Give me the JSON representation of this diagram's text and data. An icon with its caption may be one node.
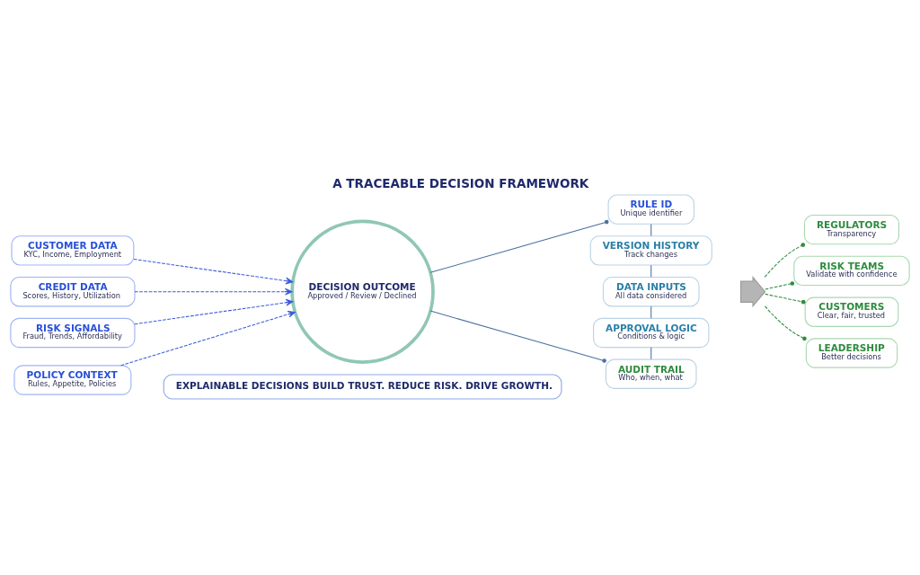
{
  "diagram": {
    "title": "A TRACEABLE DECISION FRAMEWORK",
    "nodes": [
      {
        "text": [
          "CUSTOMER DATA",
          "KYC, Income, Employment"
        ]
      },
      {
        "text": [
          "CREDIT DATA",
          "Scores, History, Utilization"
        ]
      },
      {
        "text": [
          "RISK SIGNALS",
          "Fraud, Trends, Affordability"
        ]
      },
      {
        "text": [
          "POLICY CONTEXT",
          "Rules, Appetite, Policies"
        ]
      },
      {
        "text": [
          "DECISION OUTCOME",
          "Approved / Review / Declined"
        ]
      },
      {
        "text": [
          "RULE ID",
          "Unique identifier"
        ]
      },
      {
        "text": [
          "VERSION HISTORY",
          "Track changes"
        ]
      },
      {
        "text": [
          "DATA INPUTS",
          "All data considered"
        ]
      },
      {
        "text": [
          "APPROVAL LOGIC",
          "Conditions & logic"
        ]
      },
      {
        "text": [
          "AUDIT TRAIL",
          "Who, when, what"
        ]
      },
      {
        "text": [],
        "shape": "chevron"
      },
      {
        "text": [
          "REGULATORS",
          "Transparency"
        ]
      },
      {
        "text": [
          "RISK TEAMS",
          "Validate with confidence"
        ]
      },
      {
        "text": [
          "CUSTOMERS",
          "Clear, fair, trusted"
        ]
      },
      {
        "text": [
          "LEADERSHIP",
          "Better decisions"
        ]
      },
      {
        "text": [
          "EXPLAINABLE DECISIONS BUILD TRUST. REDUCE RISK. DRIVE GROWTH."
        ]
      }
    ],
    "edges": [
      {
        "from": 0,
        "to": 4,
        "arrow": "to",
        "style": "dashed",
        "color": "#3b5bdb"
      },
      {
        "from": 1,
        "to": 4,
        "arrow": "to",
        "style": "dashed",
        "color": "#3b5bdb"
      },
      {
        "from": 2,
        "to": 4,
        "arrow": "to",
        "style": "dashed",
        "color": "#3b5bdb"
      },
      {
        "from": 3,
        "to": 4,
        "arrow": "to",
        "style": "dashed",
        "color": "#3b5bdb"
      },
      {
        "from": 4,
        "to": 5,
        "arrow": "other"
      },
      {
        "from": 5,
        "to": 6,
        "arrow": "none"
      },
      {
        "from": 6,
        "to": 7,
        "arrow": "none"
      },
      {
        "from": 7,
        "to": 8,
        "arrow": "none"
      },
      {
        "from": 8,
        "to": 9,
        "arrow": "none"
      },
      {
        "from": 4,
        "to": 9,
        "arrow": "other"
      },
      {
        "from": 10,
        "to": 11,
        "arrow": "other",
        "style": "dashed",
        "color": "#2e8b3e"
      },
      {
        "from": 10,
        "to": 12,
        "arrow": "other",
        "style": "dashed",
        "color": "#2e8b3e"
      },
      {
        "from": 10,
        "to": 13,
        "arrow": "other",
        "style": "dashed",
        "color": "#2e8b3e"
      },
      {
        "from": 10,
        "to": 14,
        "arrow": "other",
        "style": "dashed",
        "color": "#2e8b3e"
      }
    ]
  }
}
